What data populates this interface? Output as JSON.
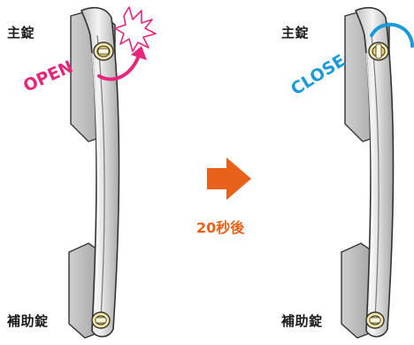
{
  "panels": {
    "left": {
      "main_lock_label": "主錠",
      "aux_lock_label": "補助錠",
      "state_text": "OPEN",
      "state_color": "#e6267a"
    },
    "right": {
      "main_lock_label": "主錠",
      "aux_lock_label": "補助錠",
      "state_text": "CLOSE",
      "state_color": "#1a9ad8"
    }
  },
  "transition": {
    "delay_label": "20秒後",
    "arrow_color": "#e8611a"
  },
  "icons": [
    "door-handle-icon",
    "lock-cylinder-icon",
    "rotation-arrow-icon",
    "burst-icon",
    "right-arrow-icon"
  ]
}
